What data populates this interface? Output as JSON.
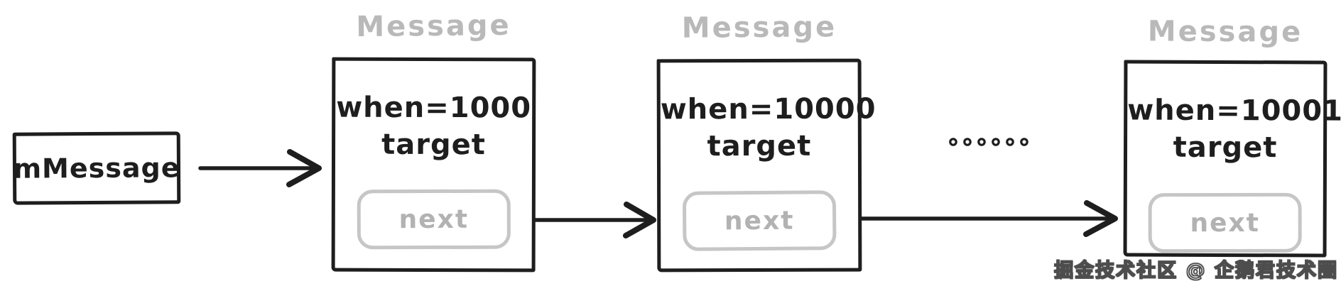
{
  "page": {
    "background": "#ffffff"
  },
  "colors": {
    "ink": "#1e1e1e",
    "muted_gray": "#b9b9b9",
    "next_border_gray": "#c6c6c6",
    "watermark_fill": "#ffffff",
    "watermark_outline": "#4d4d4d"
  },
  "diagram": {
    "head": {
      "label": "mMessage"
    },
    "nodes": [
      {
        "type_label": "Message",
        "when": "when=1000",
        "target": "target",
        "next": "next"
      },
      {
        "type_label": "Message",
        "when": "when=10000",
        "target": "target",
        "next": "next"
      },
      {
        "type_label": "Message",
        "when": "when=10001",
        "target": "target",
        "next": "next"
      }
    ],
    "ellipsis": {
      "dot_count": 6
    },
    "watermark": "掘金技术社区 @ 企鹅君技术圈"
  }
}
